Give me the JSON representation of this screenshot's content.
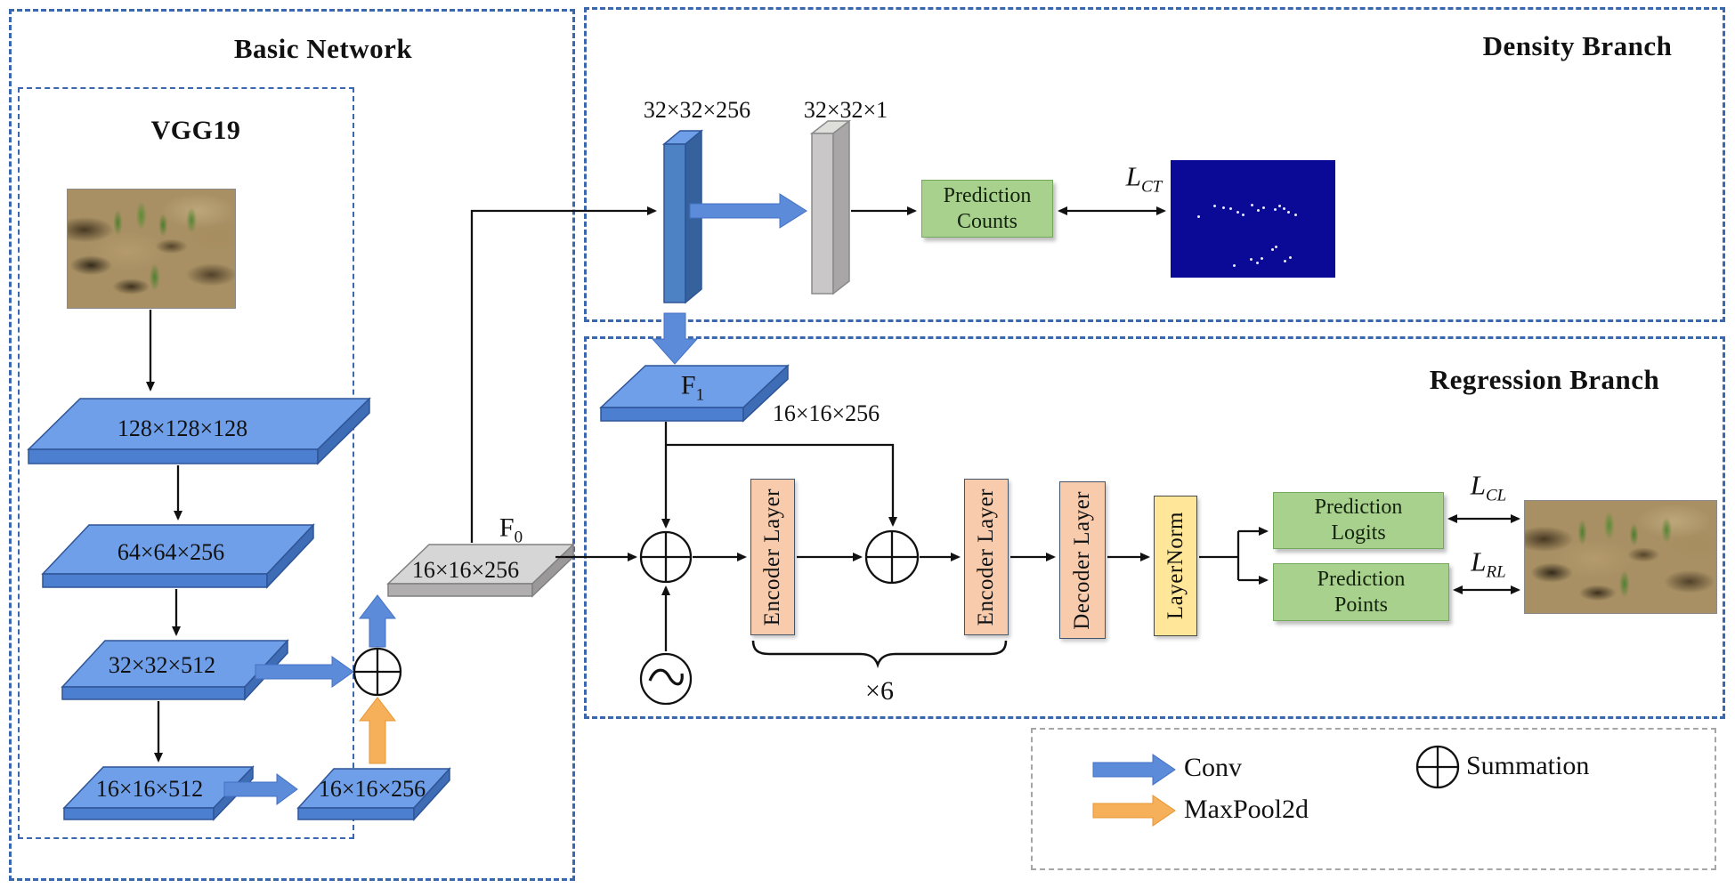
{
  "titles": {
    "basic": "Basic Network",
    "vgg": "VGG19",
    "density": "Density Branch",
    "regression": "Regression Branch"
  },
  "basic": {
    "layer_dims": [
      "128×128×128",
      "64×64×256",
      "32×32×512",
      "16×16×512"
    ],
    "lateral_dim": "16×16×256",
    "f0": {
      "base": "F",
      "sub": "0",
      "dim": "16×16×256"
    }
  },
  "density": {
    "conv_dim": "32×32×256",
    "out_dim": "32×32×1",
    "prediction": {
      "line1": "Prediction",
      "line2": "Counts"
    },
    "loss": {
      "base": "L",
      "sub": "CT"
    },
    "map_dots": [
      [
        30,
        62
      ],
      [
        48,
        50
      ],
      [
        58,
        52
      ],
      [
        66,
        53
      ],
      [
        74,
        57
      ],
      [
        80,
        60
      ],
      [
        90,
        49
      ],
      [
        97,
        55
      ],
      [
        103,
        52
      ],
      [
        116,
        54
      ],
      [
        121,
        50
      ],
      [
        126,
        53
      ],
      [
        131,
        57
      ],
      [
        139,
        60
      ],
      [
        113,
        99
      ],
      [
        101,
        109
      ],
      [
        89,
        110
      ],
      [
        96,
        114
      ],
      [
        70,
        117
      ],
      [
        117,
        96
      ],
      [
        127,
        112
      ],
      [
        133,
        108
      ]
    ]
  },
  "regression": {
    "f1": {
      "base": "F",
      "sub": "1",
      "dim": "16×16×256"
    },
    "blocks": {
      "encoder1": "Encoder Layer",
      "encoder2": "Encoder Layer",
      "decoder": "Decoder Layer",
      "layernorm": "LayerNorm"
    },
    "repeat_label": "×6",
    "logits": {
      "line1": "Prediction",
      "line2": "Logits"
    },
    "points": {
      "line1": "Prediction",
      "line2": "Points"
    },
    "loss_cl": {
      "base": "L",
      "sub": "CL"
    },
    "loss_rl": {
      "base": "L",
      "sub": "RL"
    }
  },
  "legend": {
    "conv": "Conv",
    "maxpool": "MaxPool2d",
    "summation": "Summation"
  },
  "colors": {
    "accent_blue": "#4d82c4",
    "accent_orange": "#f6b05a",
    "box_green": "#a9d18e",
    "box_peach": "#f8cbad",
    "box_yellow": "#ffe699",
    "dash_blue": "#3a67ae",
    "map_navy": "#0a0a96"
  }
}
